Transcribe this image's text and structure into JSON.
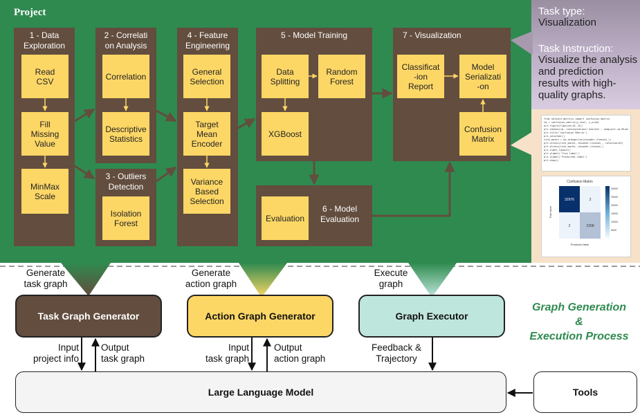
{
  "project": {
    "title": "Project",
    "groups": [
      {
        "label": "1 - Data\nExploration"
      },
      {
        "label": "2 - Correlati\non Analysis"
      },
      {
        "label": "3 - Outliers\nDetection"
      },
      {
        "label": "4 - Feature\nEngineering"
      },
      {
        "label": "5 - Model Training"
      },
      {
        "label": "6 - Model\nEvaluation"
      },
      {
        "label": "7 - Visualization"
      }
    ],
    "nodes": {
      "read_csv": "Read\nCSV",
      "fill_missing": "Fill\nMissing\nValue",
      "minmax": "MinMax\nScale",
      "correlation": "Correlation",
      "descriptive": "Descriptive\nStatistics",
      "isolation": "Isolation\nForest",
      "general_selection": "General\nSelection",
      "target_encoder": "Target\nMean\nEncoder",
      "variance_selection": "Variance\nBased\nSelection",
      "data_splitting": "Data\nSplitting",
      "random_forest": "Random\nForest",
      "xgboost": "XGBoost",
      "evaluation": "Evaluation",
      "class_report": "Classificat\n-ion\nReport",
      "model_serial": "Model\nSerializati\n-on",
      "confusion": "Confusion\nMatrix"
    }
  },
  "task_panel": {
    "type_label": "Task type:",
    "type_value": "Visualization",
    "instruction_label": "Task Instruction:",
    "instruction_value": "Visualize the analysis\nand prediction\nresults with high-\nquality graphs."
  },
  "code_lines": [
    "from sklearn.metrics import confusion_matrix",
    "cm = confusion_matrix(y_test, y_pred)",
    "plt.figure(figsize=(8, 6))",
    "plt.imshow(cm, interpolation='nearest', cmap=plt.cm.Blues)",
    "plt.title('Confusion Matrix')",
    "plt.colorbar()",
    "tick_marks = np.arange(len(encoder.classes_))",
    "plt.xticks(tick_marks, encoder.classes_, rotation=45)",
    "plt.yticks(tick_marks, encoder.classes_)",
    "plt.tight_layout()",
    "plt.ylabel('True label')",
    "plt.xlabel('Predicted label')",
    "plt.show()"
  ],
  "confusion_matrix": {
    "title": "Confusion Matrix",
    "xlabel": "Predicted label",
    "ylabel": "True label",
    "cells": [
      "32976",
      "3",
      "2",
      "2268"
    ],
    "cell_values": [
      32976,
      3,
      2,
      2268
    ],
    "colorbar_ticks": [
      "30000",
      "25000",
      "20000",
      "15000",
      "10000",
      "5000"
    ]
  },
  "labels": {
    "generate_task": "Generate\ntask graph",
    "generate_action": "Generate\naction graph",
    "execute": "Execute\ngraph",
    "input_project": "Input\nproject info",
    "output_task": "Output\ntask graph",
    "input_task": "Input\ntask graph",
    "output_action": "Output\naction graph",
    "feedback": "Feedback &\nTrajectory"
  },
  "components": {
    "task_gen": "Task Graph Generator",
    "action_gen": "Action Graph Generator",
    "executor": "Graph Executor",
    "llm": "Large Language Model",
    "tools": "Tools"
  },
  "process_title": "Graph Generation\n&\nExecution Process",
  "colors": {
    "project_bg": "#2f8a4f",
    "group_bg": "#624d3e",
    "node_bg": "#fdd766",
    "task_gen": "#624d3e",
    "action_gen": "#fdd766",
    "executor": "#bfe6dc",
    "llm": "#f4f4f4",
    "accent_green": "#2f8a4f"
  }
}
